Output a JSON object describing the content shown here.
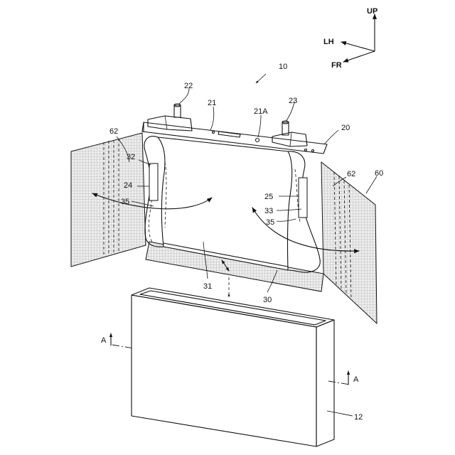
{
  "axes": {
    "up": "UP",
    "left_hand": "LH",
    "front": "FR"
  },
  "labels": {
    "assembly": "10",
    "lid_unit": "20",
    "lid_plate": "21",
    "lid_vent": "21A",
    "terminal_left": "22",
    "terminal_right": "23",
    "tab_left": "24",
    "tab_right": "25",
    "electrode_body": "30",
    "electrode_body_31": "31",
    "edge_32": "32",
    "edge_33": "33",
    "sheet_35_left": "35",
    "sheet_35_right": "35",
    "insulating_film": "60",
    "film_fold_left": "62",
    "film_fold_right": "62",
    "case": "12"
  },
  "section_markers": {
    "left": "A",
    "right": "A"
  }
}
